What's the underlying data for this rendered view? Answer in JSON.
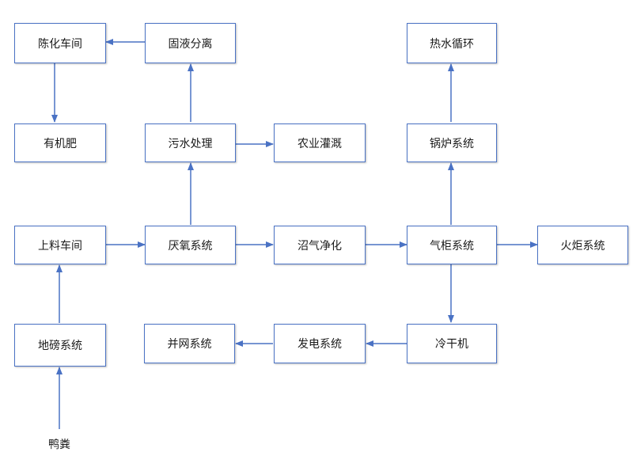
{
  "colors": {
    "line": "#4a72c4",
    "box_border": "#4a72c4"
  },
  "nodes": {
    "chenhua_chejian": "陈化车间",
    "guye_fenli": "固液分离",
    "reshui_xunhuan": "热水循环",
    "youjifei": "有机肥",
    "wushui_chuli": "污水处理",
    "nongye_guangai": "农业灌溉",
    "guolu_xitong": "锅炉系统",
    "shangliao_chejian": "上料车间",
    "yanyang_xitong": "厌氧系统",
    "zhaoqi_jinghua": "沼气净化",
    "qigui_xitong": "气柜系统",
    "huoju_xitong": "火炬系统",
    "dibang_xitong": "地磅系统",
    "bingwang_xitong": "并网系统",
    "fadian_xitong": "发电系统",
    "lenganji": "冷干机",
    "yafen": "鸭粪"
  }
}
